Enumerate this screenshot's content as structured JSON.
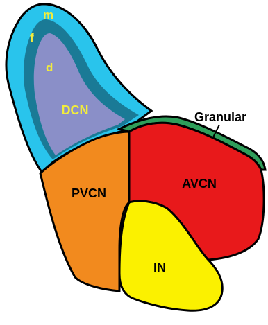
{
  "diagram": {
    "layers": {
      "molecular": {
        "label": "m",
        "color": "#29c4ec"
      },
      "fusiform": {
        "label": "f",
        "color": "#1a7a96"
      },
      "deep": {
        "label": "d",
        "color": "#e8e34a"
      }
    },
    "regions": {
      "dcn": {
        "label": "DCN",
        "color": "#8a8fc8"
      },
      "pvcn": {
        "label": "PVCN",
        "color": "#f28a1e"
      },
      "avcn": {
        "label": "AVCN",
        "color": "#e8191b"
      },
      "in": {
        "label": "IN",
        "color": "#fbf100"
      },
      "granular": {
        "label": "Granular",
        "color": "#2f9e5a"
      }
    },
    "label_colors": {
      "on_dark": "#ffffff",
      "on_yellow": "#000000",
      "layer_text": "#f2ec3c",
      "callout_text": "#000000"
    }
  }
}
